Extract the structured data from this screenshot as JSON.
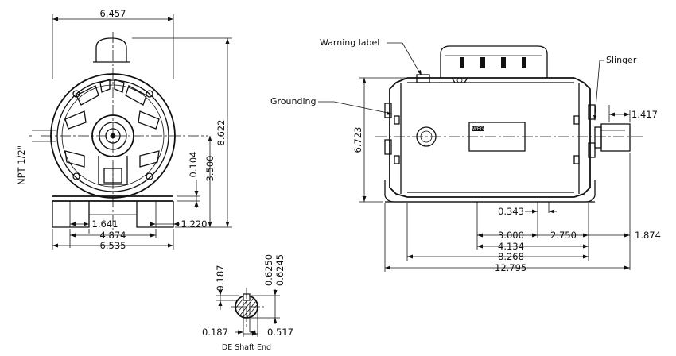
{
  "front_view": {
    "overall_width": "6.457",
    "overall_height": "8.622",
    "conduit": "NPT 1/2\"",
    "shaft_height": "3.500",
    "shaft_offset": "0.104",
    "foot_span": "1.641",
    "foot_width": "1.220",
    "mount_width": "4.874",
    "base_width": "6.535"
  },
  "side_view": {
    "warning_label": "Warning label",
    "grounding": "Grounding",
    "slinger": "Slinger",
    "nameplate": "WEG",
    "frame_height": "6.723",
    "shaft_extension": "1.417",
    "slot_dim": "0.343",
    "mount_a": "3.000",
    "mount_b": "2.750",
    "shaft_length": "1.874",
    "mount_span": "4.134",
    "body_length": "8.268",
    "overall_length": "12.795"
  },
  "shaft_end": {
    "title": "DE Shaft End",
    "key_height": "0.187",
    "diameter_max": "0.6250",
    "diameter_min": "0.6245",
    "key_width": "0.187",
    "key_depth": "0.517"
  }
}
